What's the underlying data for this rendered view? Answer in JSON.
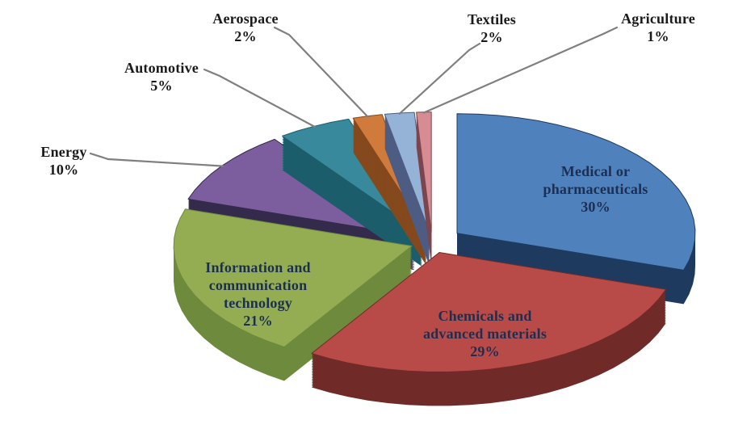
{
  "figure": {
    "background_color": "#ffffff",
    "title": ""
  },
  "chart_data": {
    "type": "pie",
    "style": "3d-exploded",
    "direction": "clockwise",
    "start_angle_deg": 0,
    "legend": "none",
    "leader_line_color": "#7f7f7f",
    "slices": [
      {
        "label": "Medical or pharmaceuticals",
        "value": 30,
        "pct": "30%",
        "color": "#4F81BD",
        "side_color": "#1F3A5F",
        "label_position": "inside"
      },
      {
        "label": "Chemicals and advanced materials",
        "value": 29,
        "pct": "29%",
        "color": "#B84B47",
        "side_color": "#702B28",
        "label_position": "inside"
      },
      {
        "label": "Information and communication technology",
        "value": 21,
        "pct": "21%",
        "color": "#94AC52",
        "side_color": "#6E8A3C",
        "label_position": "inside"
      },
      {
        "label": "Energy",
        "value": 10,
        "pct": "10%",
        "color": "#7C5E9F",
        "side_color": "#342A4B",
        "label_position": "callout"
      },
      {
        "label": "Automotive",
        "value": 5,
        "pct": "5%",
        "color": "#38899B",
        "side_color": "#1C5D6B",
        "label_position": "callout"
      },
      {
        "label": "Aerospace",
        "value": 2,
        "pct": "2%",
        "color": "#D07B3B",
        "side_color": "#84491D",
        "label_position": "callout"
      },
      {
        "label": "Textiles",
        "value": 2,
        "pct": "2%",
        "color": "#95B3D7",
        "side_color": "#4E5C83",
        "label_position": "callout"
      },
      {
        "label": "Agriculture",
        "value": 1,
        "pct": "1%",
        "color": "#D68C92",
        "side_color": "#7C464E",
        "label_position": "callout"
      }
    ]
  }
}
